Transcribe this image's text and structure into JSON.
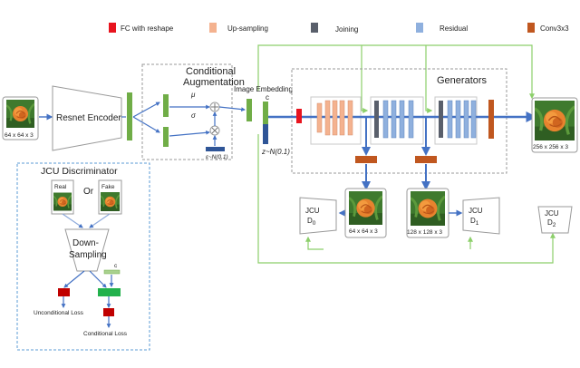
{
  "legend": [
    {
      "label": "FC with reshape",
      "color": "#e8141e"
    },
    {
      "label": "Up-sampling",
      "color": "#f4b28f"
    },
    {
      "label": "Joining",
      "color": "#595f6b"
    },
    {
      "label": "Residual",
      "color": "#8fb0de"
    },
    {
      "label": "Conv3x3",
      "color": "#c0571f"
    }
  ],
  "colors": {
    "arrow_blue": "#4472c4",
    "feature_green": "#70ad47",
    "link_green": "#8ccf6a",
    "box_dash": "#9a9a9a",
    "discriminator_dash": "#5b9bd5",
    "joining": "#595f6b",
    "upsampling": "#f4b28f",
    "residual": "#8fb0de",
    "conv": "#c0571f",
    "fc": "#e8141e"
  },
  "icons": {
    "input": "rose-image-icon",
    "outputs": "rose-image-icon",
    "sum": "sum-node-icon",
    "product": "product-node-icon"
  },
  "input": {
    "size": "64 x 64 x 3"
  },
  "encoder": {
    "label": "Resnet Encoder"
  },
  "conditional": {
    "title_line1": "Conditional",
    "title_line2": "Augmentation",
    "mu": "μ",
    "sigma": "σ",
    "epsilon": "ε~N(0.1)"
  },
  "embedding": {
    "label": "Image Embedding",
    "c": "c"
  },
  "noise": {
    "label": "z~N(0.1)"
  },
  "generators": {
    "title": "Generators"
  },
  "outputs": {
    "final": "256 x 256 x 3",
    "small": "64 x 64 x 3",
    "medium": "128 x 128 x 3"
  },
  "discriminators": {
    "d0_line1": "JCU",
    "d0_line2": "D",
    "d0_sub": "0",
    "d1_line1": "JCU",
    "d1_line2": "D",
    "d1_sub": "1",
    "d2_line1": "JCU",
    "d2_line2": "D",
    "d2_sub": "2"
  },
  "jcu": {
    "title": "JCU Discriminator",
    "real": "Real",
    "or": "Or",
    "fake": "Fake",
    "down_line1": "Down-",
    "down_line2": "Sampling",
    "c": "c",
    "uncond_loss": "Unconditional Loss",
    "cond_loss": "Conditional Loss"
  }
}
